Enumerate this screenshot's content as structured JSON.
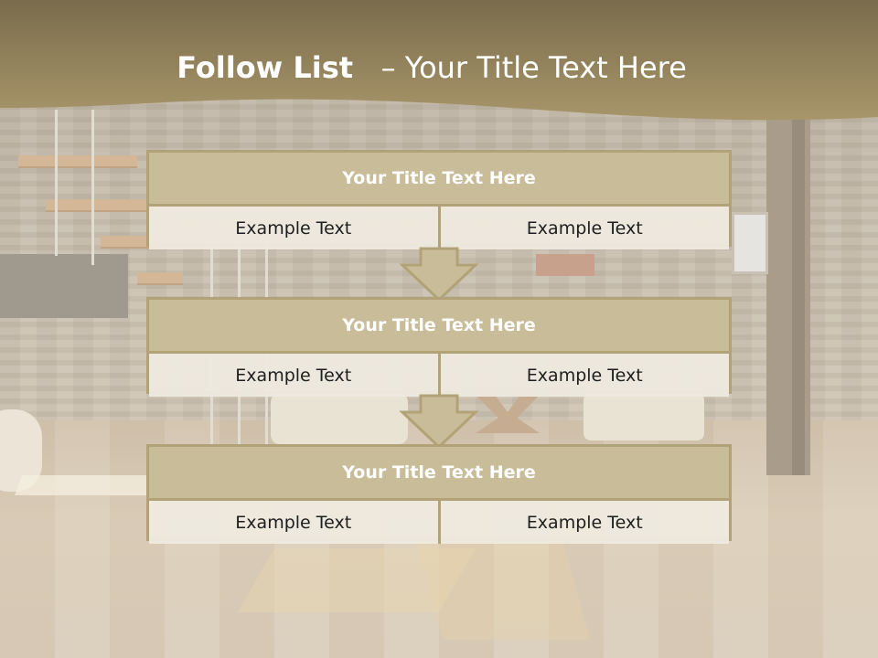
{
  "header": {
    "title_bold": "Follow List",
    "title_rest": "– Your Title Text Here"
  },
  "steps": [
    {
      "title": "Your Title Text Here",
      "left_text": "Example Text",
      "right_text": "Example Text"
    },
    {
      "title": "Your Title Text Here",
      "left_text": "Example Text",
      "right_text": "Example Text"
    },
    {
      "title": "Your Title Text Here",
      "left_text": "Example Text",
      "right_text": "Example Text"
    }
  ],
  "colors": {
    "header_band": "#7a6c4c",
    "header_band_light": "#a8966a",
    "block_title_fill": "#c9bc98",
    "block_border": "#b1a377",
    "cell_fill": "#eee9df",
    "arrow_fill": "#c9bc98"
  },
  "icons": {
    "connector": "down-arrow-icon"
  }
}
